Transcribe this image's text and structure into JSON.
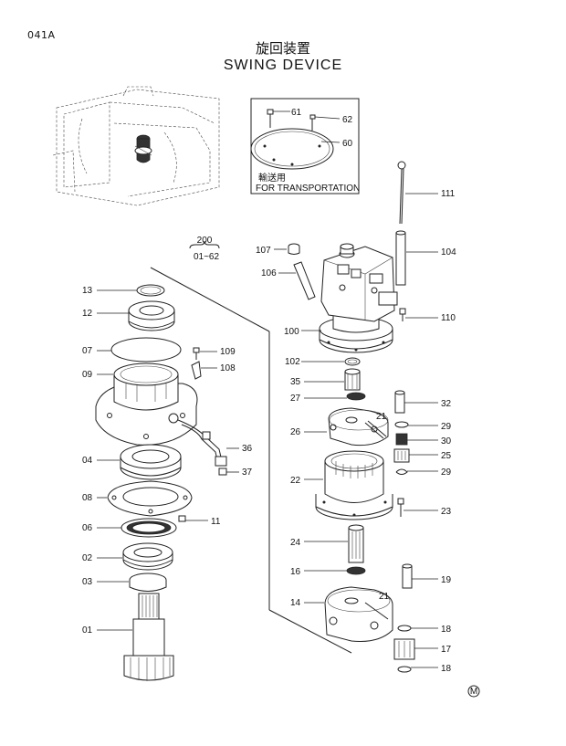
{
  "page_code": "041A",
  "title_jp": "旋回装置",
  "title_en": "SWING DEVICE",
  "inset_note_jp": "輸送用",
  "inset_note_en": "FOR TRANSPORTATION",
  "group_ref": {
    "number": "200",
    "range": "01~62"
  },
  "mark": "M",
  "parts": {
    "p13": "13",
    "p12": "12",
    "p07": "07",
    "p09": "09",
    "p109": "109",
    "p108": "108",
    "p04": "04",
    "p36": "36",
    "p37": "37",
    "p08": "08",
    "p11": "11",
    "p06": "06",
    "p02": "02",
    "p03": "03",
    "p01": "01",
    "p61": "61",
    "p62": "62",
    "p60": "60",
    "p111": "111",
    "p107": "107",
    "p104": "104",
    "p106": "106",
    "p100": "100",
    "p110": "110",
    "p102": "102",
    "p35": "35",
    "p27": "27",
    "p32": "32",
    "p21a": "21",
    "p26": "26",
    "p29a": "29",
    "p30": "30",
    "p25": "25",
    "p29b": "29",
    "p22": "22",
    "p23": "23",
    "p24": "24",
    "p16": "16",
    "p19": "19",
    "p21b": "21",
    "p14": "14",
    "p18a": "18",
    "p17": "17",
    "p18b": "18"
  }
}
